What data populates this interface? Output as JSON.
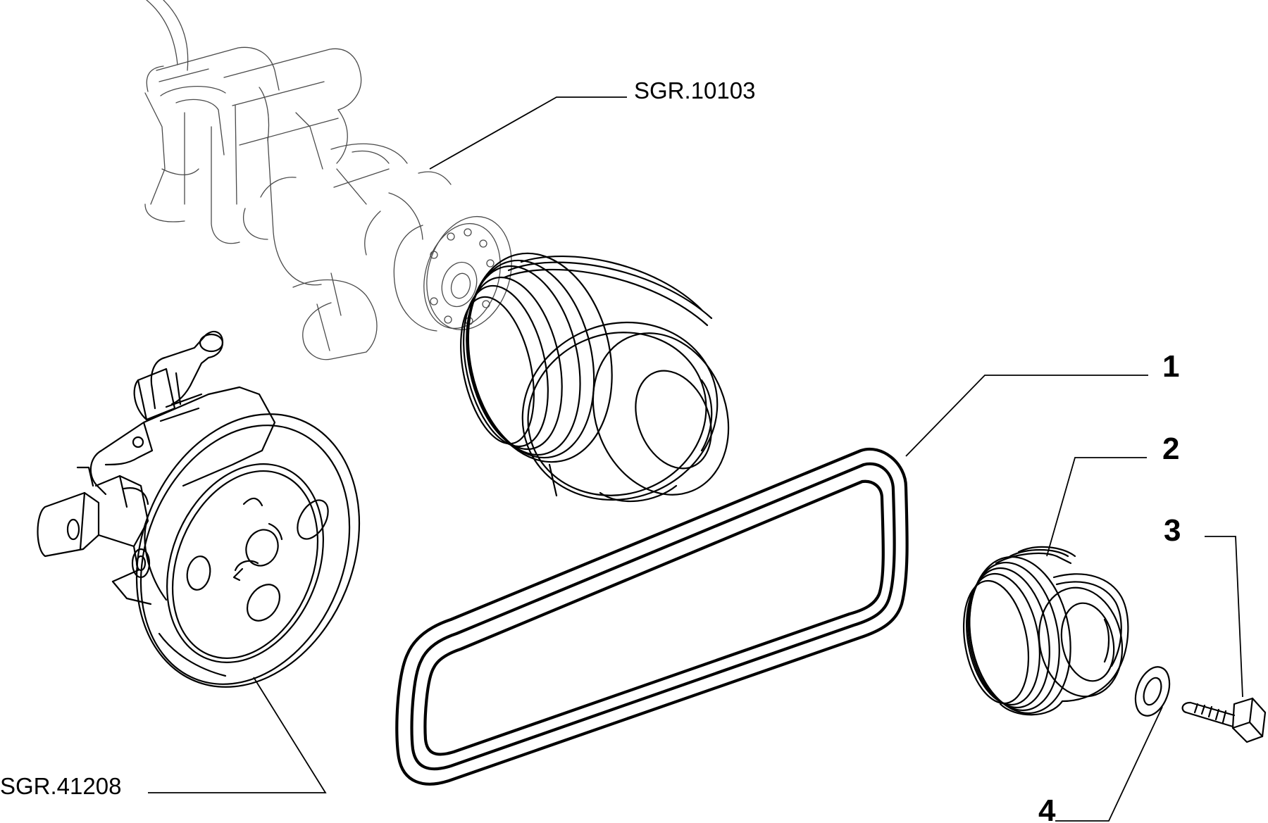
{
  "references": {
    "crankshaft": "SGR.10103",
    "power_steering_pump": "SGR.41208"
  },
  "callouts": {
    "belt": "1",
    "pulley": "2",
    "bolt": "3",
    "washer": "4"
  },
  "colors": {
    "line": "#000000",
    "faint_line": "#4a4a4a",
    "background": "#ffffff"
  }
}
